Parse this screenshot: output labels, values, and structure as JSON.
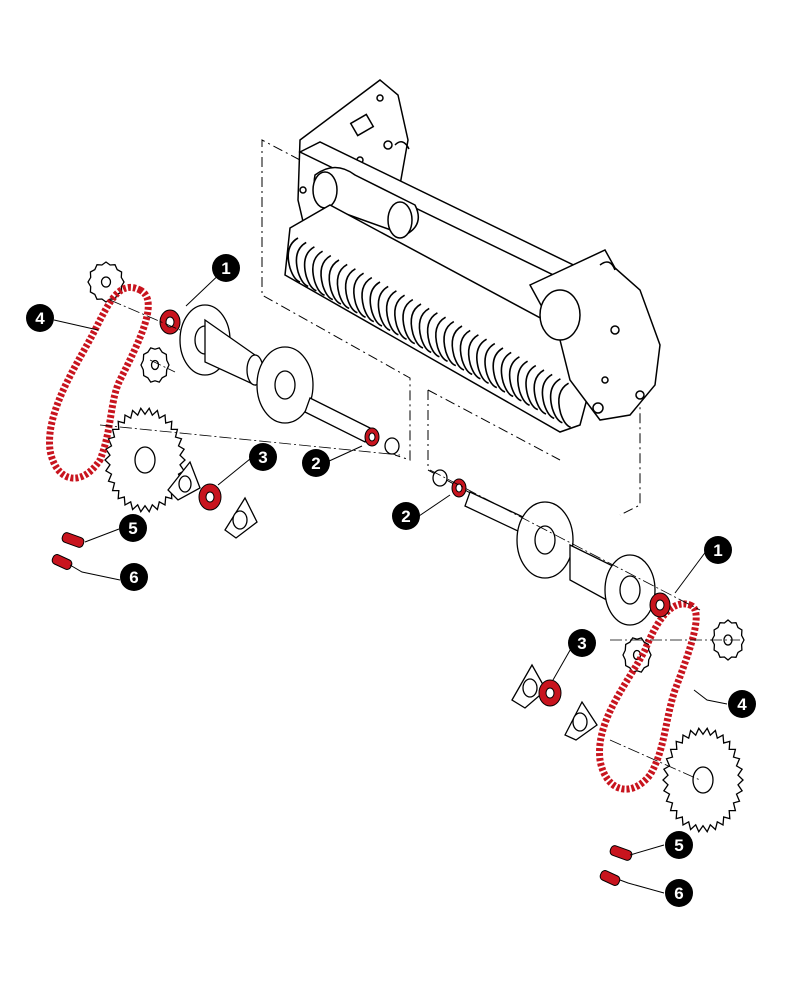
{
  "diagram": {
    "colors": {
      "line": "#000000",
      "highlight": "#c8141e",
      "paper": "#ffffff"
    },
    "callouts": [
      {
        "id": "c1a",
        "label": "1"
      },
      {
        "id": "c4a",
        "label": "4"
      },
      {
        "id": "c2a",
        "label": "2"
      },
      {
        "id": "c3a",
        "label": "3"
      },
      {
        "id": "c5a",
        "label": "5"
      },
      {
        "id": "c6a",
        "label": "6"
      },
      {
        "id": "c2b",
        "label": "2"
      },
      {
        "id": "c1b",
        "label": "1"
      },
      {
        "id": "c3b",
        "label": "3"
      },
      {
        "id": "c4b",
        "label": "4"
      },
      {
        "id": "c5b",
        "label": "5"
      },
      {
        "id": "c6b",
        "label": "6"
      }
    ]
  }
}
